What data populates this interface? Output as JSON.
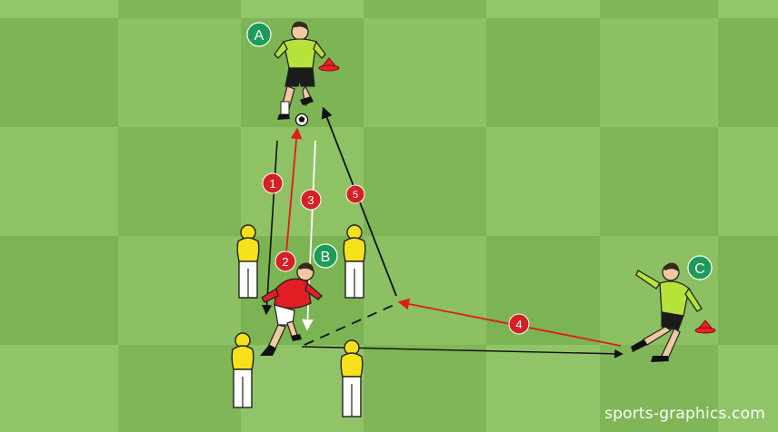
{
  "diagram": {
    "players": [
      {
        "id": "A",
        "label": "A",
        "team": "green-jersey"
      },
      {
        "id": "B",
        "label": "B",
        "team": "red-jersey"
      },
      {
        "id": "C",
        "label": "C",
        "team": "green-jersey"
      }
    ],
    "steps": [
      "1",
      "2",
      "3",
      "4",
      "5"
    ],
    "watermark": "sports-graphics.com"
  },
  "colors": {
    "grass_light": "#8cc063",
    "grass_dark": "#7bb353",
    "green_badge": "#1e9a5a",
    "red_badge": "#d42026",
    "red_arrow": "#e01b1b",
    "green_jersey": "#b6e33a",
    "red_jersey": "#e31e24",
    "mannequin": "#f7e11b",
    "cone": "#e8212b"
  }
}
